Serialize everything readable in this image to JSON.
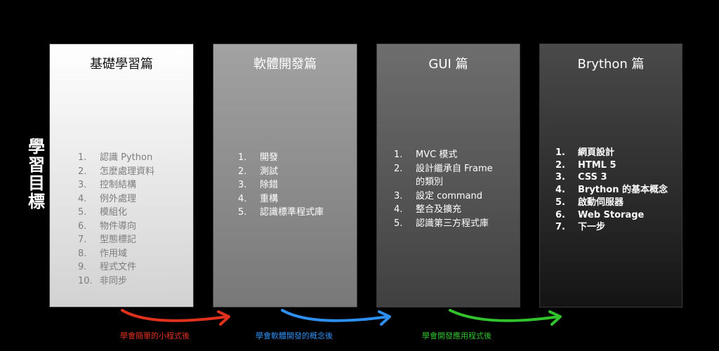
{
  "side_title": [
    "學",
    "習",
    "目",
    "標"
  ],
  "panels": [
    {
      "title": "基礎學習篇",
      "items": [
        {
          "num": "1.",
          "text": "認識 Python"
        },
        {
          "num": "2.",
          "text": "怎麼處理資料"
        },
        {
          "num": "3.",
          "text": "控制結構"
        },
        {
          "num": "4.",
          "text": "例外處理"
        },
        {
          "num": "5.",
          "text": "模組化"
        },
        {
          "num": "6.",
          "text": "物件導向"
        },
        {
          "num": "7.",
          "text": "型態標記"
        },
        {
          "num": "8.",
          "text": "作用域"
        },
        {
          "num": "9.",
          "text": "程式文件"
        },
        {
          "num": "10.",
          "text": "非同步"
        }
      ]
    },
    {
      "title": "軟體開發篇",
      "items": [
        {
          "num": "1.",
          "text": "開發"
        },
        {
          "num": "2.",
          "text": "測試"
        },
        {
          "num": "3.",
          "text": "除錯"
        },
        {
          "num": "4.",
          "text": "重構"
        },
        {
          "num": "5.",
          "text": "認識標準程式庫"
        }
      ]
    },
    {
      "title": "GUI 篇",
      "items": [
        {
          "num": "1.",
          "text": "MVC 模式"
        },
        {
          "num": "2.",
          "text": "設計繼承自 Frame"
        },
        {
          "num": "",
          "text": "的類別"
        },
        {
          "num": "3.",
          "text": "設定 command"
        },
        {
          "num": "4.",
          "text": "整合及擴充"
        },
        {
          "num": "5.",
          "text": "認識第三方程式庫"
        }
      ]
    },
    {
      "title": "Brython 篇",
      "items": [
        {
          "num": "1.",
          "text": "網頁設計"
        },
        {
          "num": "2.",
          "text": "HTML 5"
        },
        {
          "num": "3.",
          "text": "CSS 3"
        },
        {
          "num": "4.",
          "text": "Brython 的基本概念"
        },
        {
          "num": "5.",
          "text": "啟動伺服器"
        },
        {
          "num": "6.",
          "text": "Web Storage"
        },
        {
          "num": "7.",
          "text": "下一步"
        }
      ]
    }
  ],
  "arrows": [
    {
      "label": "學會簡單的小程式後",
      "color": "#e0301e"
    },
    {
      "label": "學會軟體開發的概念後",
      "color": "#2f8ff0"
    },
    {
      "label": "學會開發應用程式後",
      "color": "#31c22e"
    }
  ]
}
